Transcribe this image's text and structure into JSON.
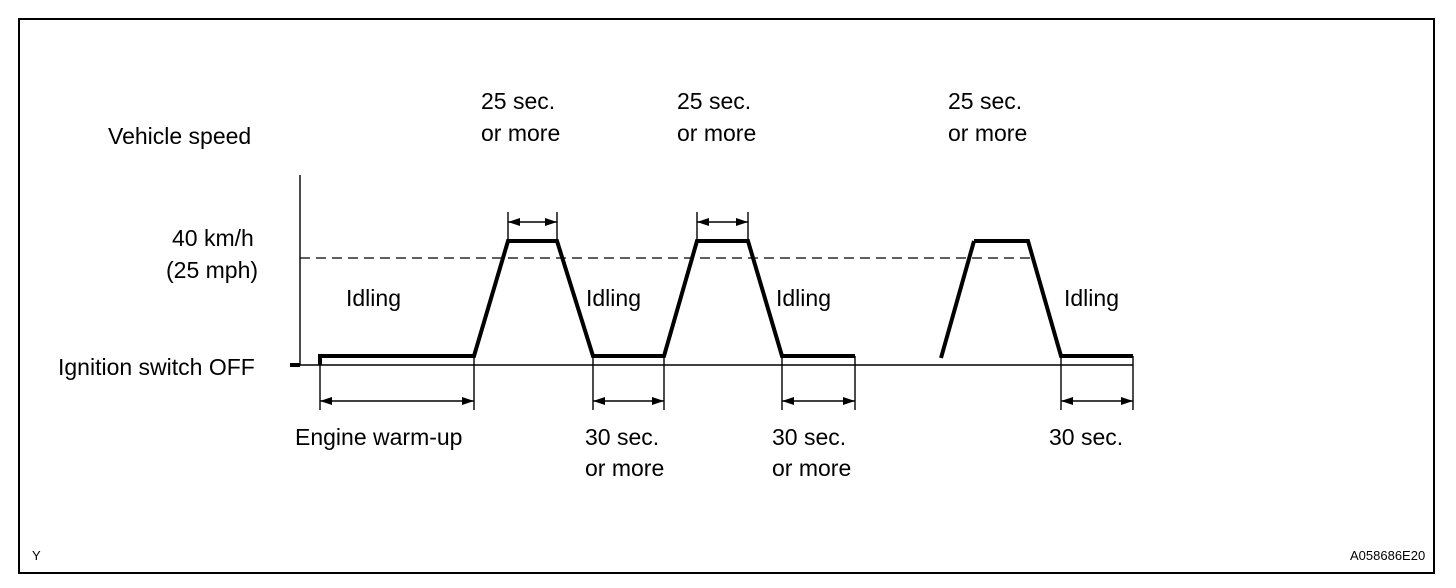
{
  "diagram": {
    "y_axis_label": "Vehicle speed",
    "speed_label_line1": "40 km/h",
    "speed_label_line2": "(25 mph)",
    "baseline_label": "Ignition switch OFF",
    "idling_labels": [
      "Idling",
      "Idling",
      "Idling",
      "Idling"
    ],
    "top_duration_labels": [
      {
        "line1": "25 sec.",
        "line2": "or more"
      },
      {
        "line1": "25 sec.",
        "line2": "or more"
      },
      {
        "line1": "25 sec.",
        "line2": "or more"
      }
    ],
    "bottom_labels": [
      {
        "line1": "Engine warm-up",
        "line2": ""
      },
      {
        "line1": "30 sec.",
        "line2": "or more"
      },
      {
        "line1": "30 sec.",
        "line2": "or more"
      },
      {
        "line1": "30 sec.",
        "line2": ""
      }
    ],
    "corner_left": "Y",
    "figure_code": "A058686E20"
  }
}
